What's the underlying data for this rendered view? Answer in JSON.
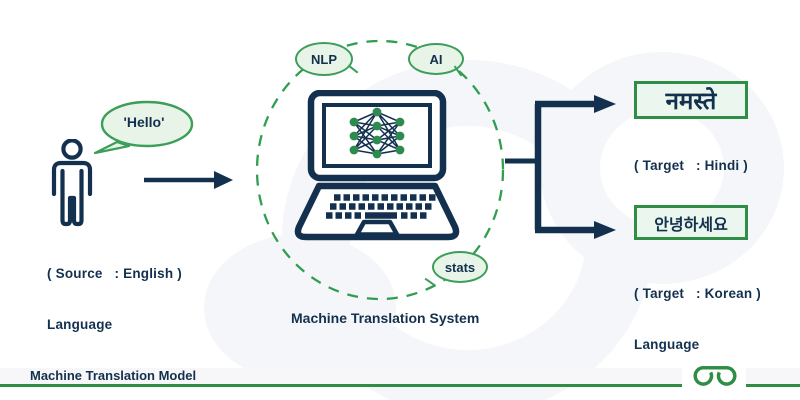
{
  "colors": {
    "navy": "#13314e",
    "green": "#2f8d46",
    "bubble_border": "#3c9e58",
    "bubble_fill": "#e7f4e7",
    "box_fill": "#eaf6ee",
    "watermark": "#f5f6f9"
  },
  "input": {
    "speech": "'Hello'",
    "label_line1": "( Source   : English )",
    "label_line2": "Language"
  },
  "system": {
    "bubbles": [
      "NLP",
      "AI",
      "stats"
    ],
    "caption": "Machine Translation System"
  },
  "outputs": [
    {
      "text": "नमस्ते",
      "label_line1": "( Target   : Hindi )",
      "label_line2": "Language"
    },
    {
      "text": "안녕하세요",
      "label_line1": "( Target   : Korean )",
      "label_line2": "Language"
    }
  ],
  "footer": {
    "title": "Machine Translation Model",
    "brand_icon": "geeksforgeeks-logo"
  }
}
